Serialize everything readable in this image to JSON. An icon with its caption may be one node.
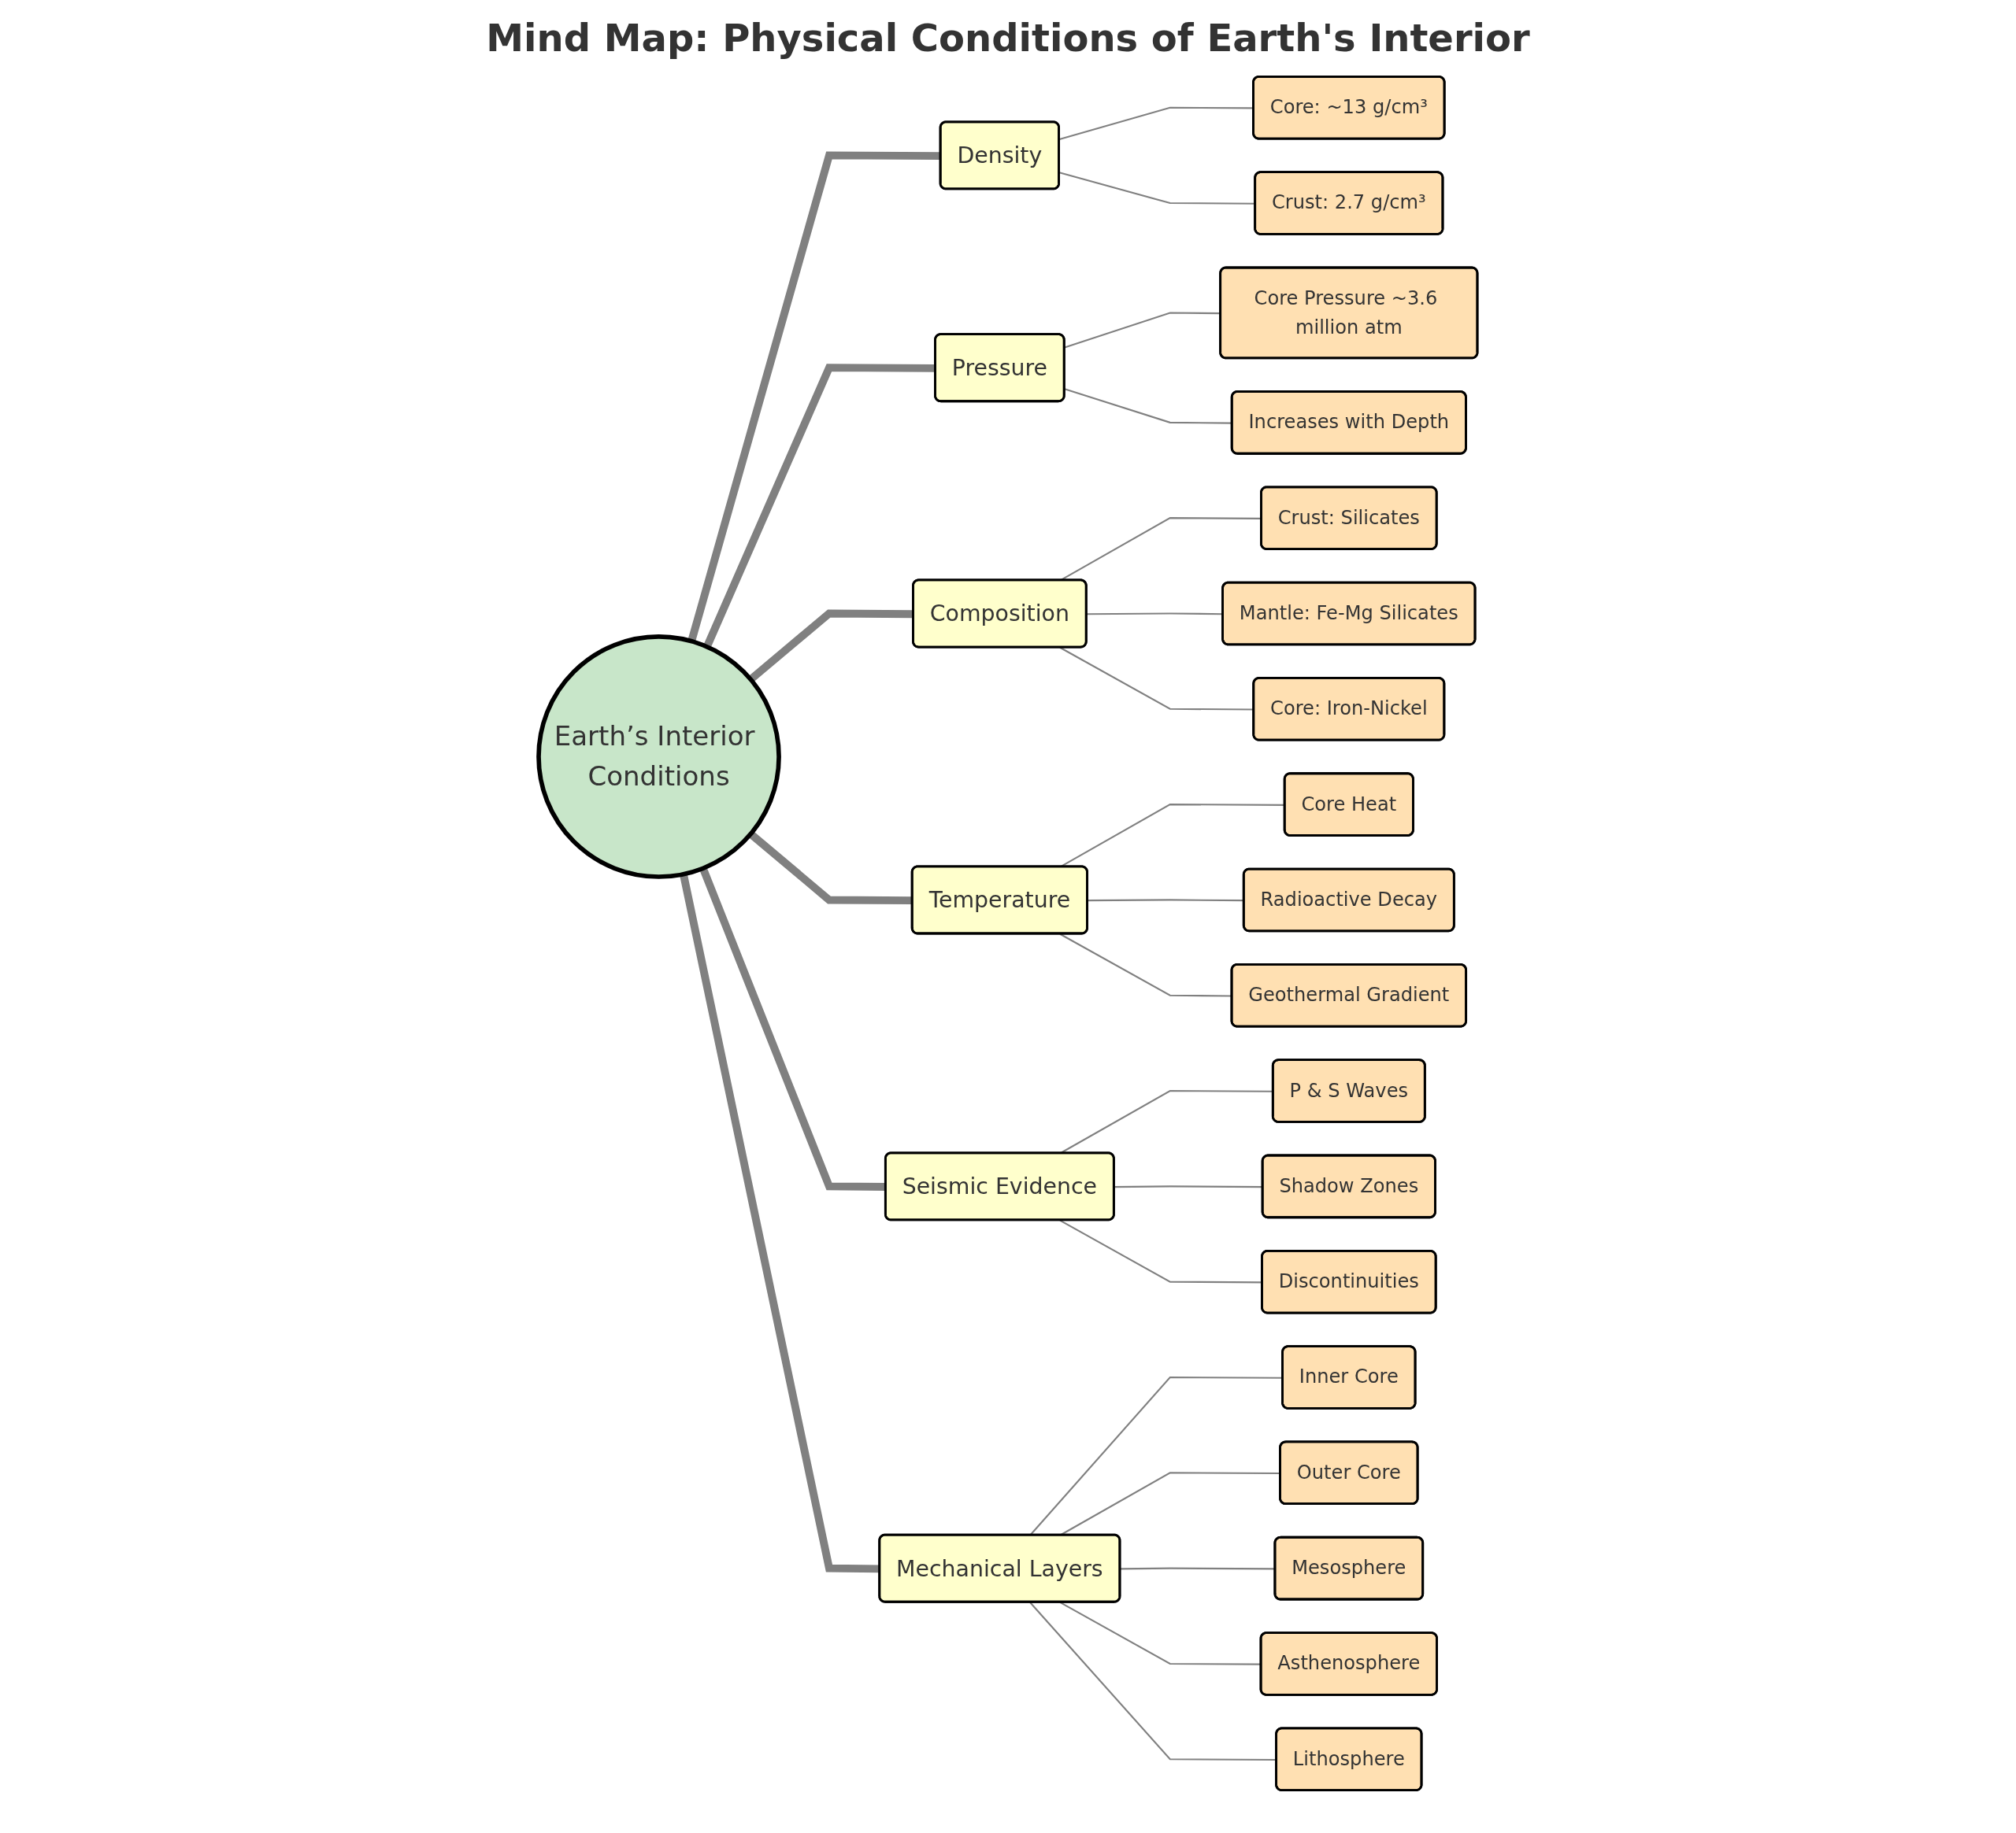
{
  "diagram": {
    "title": "Mind Map: Physical Conditions of Earth's Interior",
    "nodes": [
      {
        "text": [
          "Earth’s Interior Conditions"
        ]
      },
      {
        "text": [
          "Density"
        ]
      },
      {
        "text": [
          "Core: ~13 g/cm³"
        ]
      },
      {
        "text": [
          "Crust: 2.7 g/cm³"
        ]
      },
      {
        "text": [
          "Pressure"
        ]
      },
      {
        "text": [
          "Core Pressure ~3.6 million atm"
        ]
      },
      {
        "text": [
          "Increases with Depth"
        ]
      },
      {
        "text": [
          "Composition"
        ]
      },
      {
        "text": [
          "Crust: Silicates"
        ]
      },
      {
        "text": [
          "Mantle: Fe-Mg Silicates"
        ]
      },
      {
        "text": [
          "Core: Iron-Nickel"
        ]
      },
      {
        "text": [
          "Temperature"
        ]
      },
      {
        "text": [
          "Core Heat"
        ]
      },
      {
        "text": [
          "Radioactive Decay"
        ]
      },
      {
        "text": [
          "Geothermal Gradient"
        ]
      },
      {
        "text": [
          "Seismic Evidence"
        ]
      },
      {
        "text": [
          "P & S Waves"
        ]
      },
      {
        "text": [
          "Shadow Zones"
        ]
      },
      {
        "text": [
          "Discontinuities"
        ]
      },
      {
        "text": [
          "Mechanical Layers"
        ]
      },
      {
        "text": [
          "Inner Core"
        ]
      },
      {
        "text": [
          "Outer Core"
        ]
      },
      {
        "text": [
          "Mesosphere"
        ]
      },
      {
        "text": [
          "Asthenosphere"
        ]
      },
      {
        "text": [
          "Lithosphere"
        ]
      }
    ],
    "edges": [
      {
        "from": 0,
        "to": 1,
        "arrow": "none",
        "style": "thick"
      },
      {
        "from": 1,
        "to": 2,
        "arrow": "none"
      },
      {
        "from": 1,
        "to": 3,
        "arrow": "none"
      },
      {
        "from": 0,
        "to": 4,
        "arrow": "none",
        "style": "thick"
      },
      {
        "from": 4,
        "to": 5,
        "arrow": "none"
      },
      {
        "from": 4,
        "to": 6,
        "arrow": "none"
      },
      {
        "from": 0,
        "to": 7,
        "arrow": "none",
        "style": "thick"
      },
      {
        "from": 7,
        "to": 8,
        "arrow": "none"
      },
      {
        "from": 7,
        "to": 9,
        "arrow": "none"
      },
      {
        "from": 7,
        "to": 10,
        "arrow": "none"
      },
      {
        "from": 0,
        "to": 11,
        "arrow": "none",
        "style": "thick"
      },
      {
        "from": 11,
        "to": 12,
        "arrow": "none"
      },
      {
        "from": 11,
        "to": 13,
        "arrow": "none"
      },
      {
        "from": 11,
        "to": 14,
        "arrow": "none"
      },
      {
        "from": 0,
        "to": 15,
        "arrow": "none",
        "style": "thick"
      },
      {
        "from": 15,
        "to": 16,
        "arrow": "none"
      },
      {
        "from": 15,
        "to": 17,
        "arrow": "none"
      },
      {
        "from": 15,
        "to": 18,
        "arrow": "none"
      },
      {
        "from": 0,
        "to": 19,
        "arrow": "none",
        "style": "thick"
      },
      {
        "from": 19,
        "to": 20,
        "arrow": "none"
      },
      {
        "from": 19,
        "to": 21,
        "arrow": "none"
      },
      {
        "from": 19,
        "to": 22,
        "arrow": "none"
      },
      {
        "from": 19,
        "to": 23,
        "arrow": "none"
      },
      {
        "from": 19,
        "to": 24,
        "arrow": "none"
      }
    ]
  }
}
